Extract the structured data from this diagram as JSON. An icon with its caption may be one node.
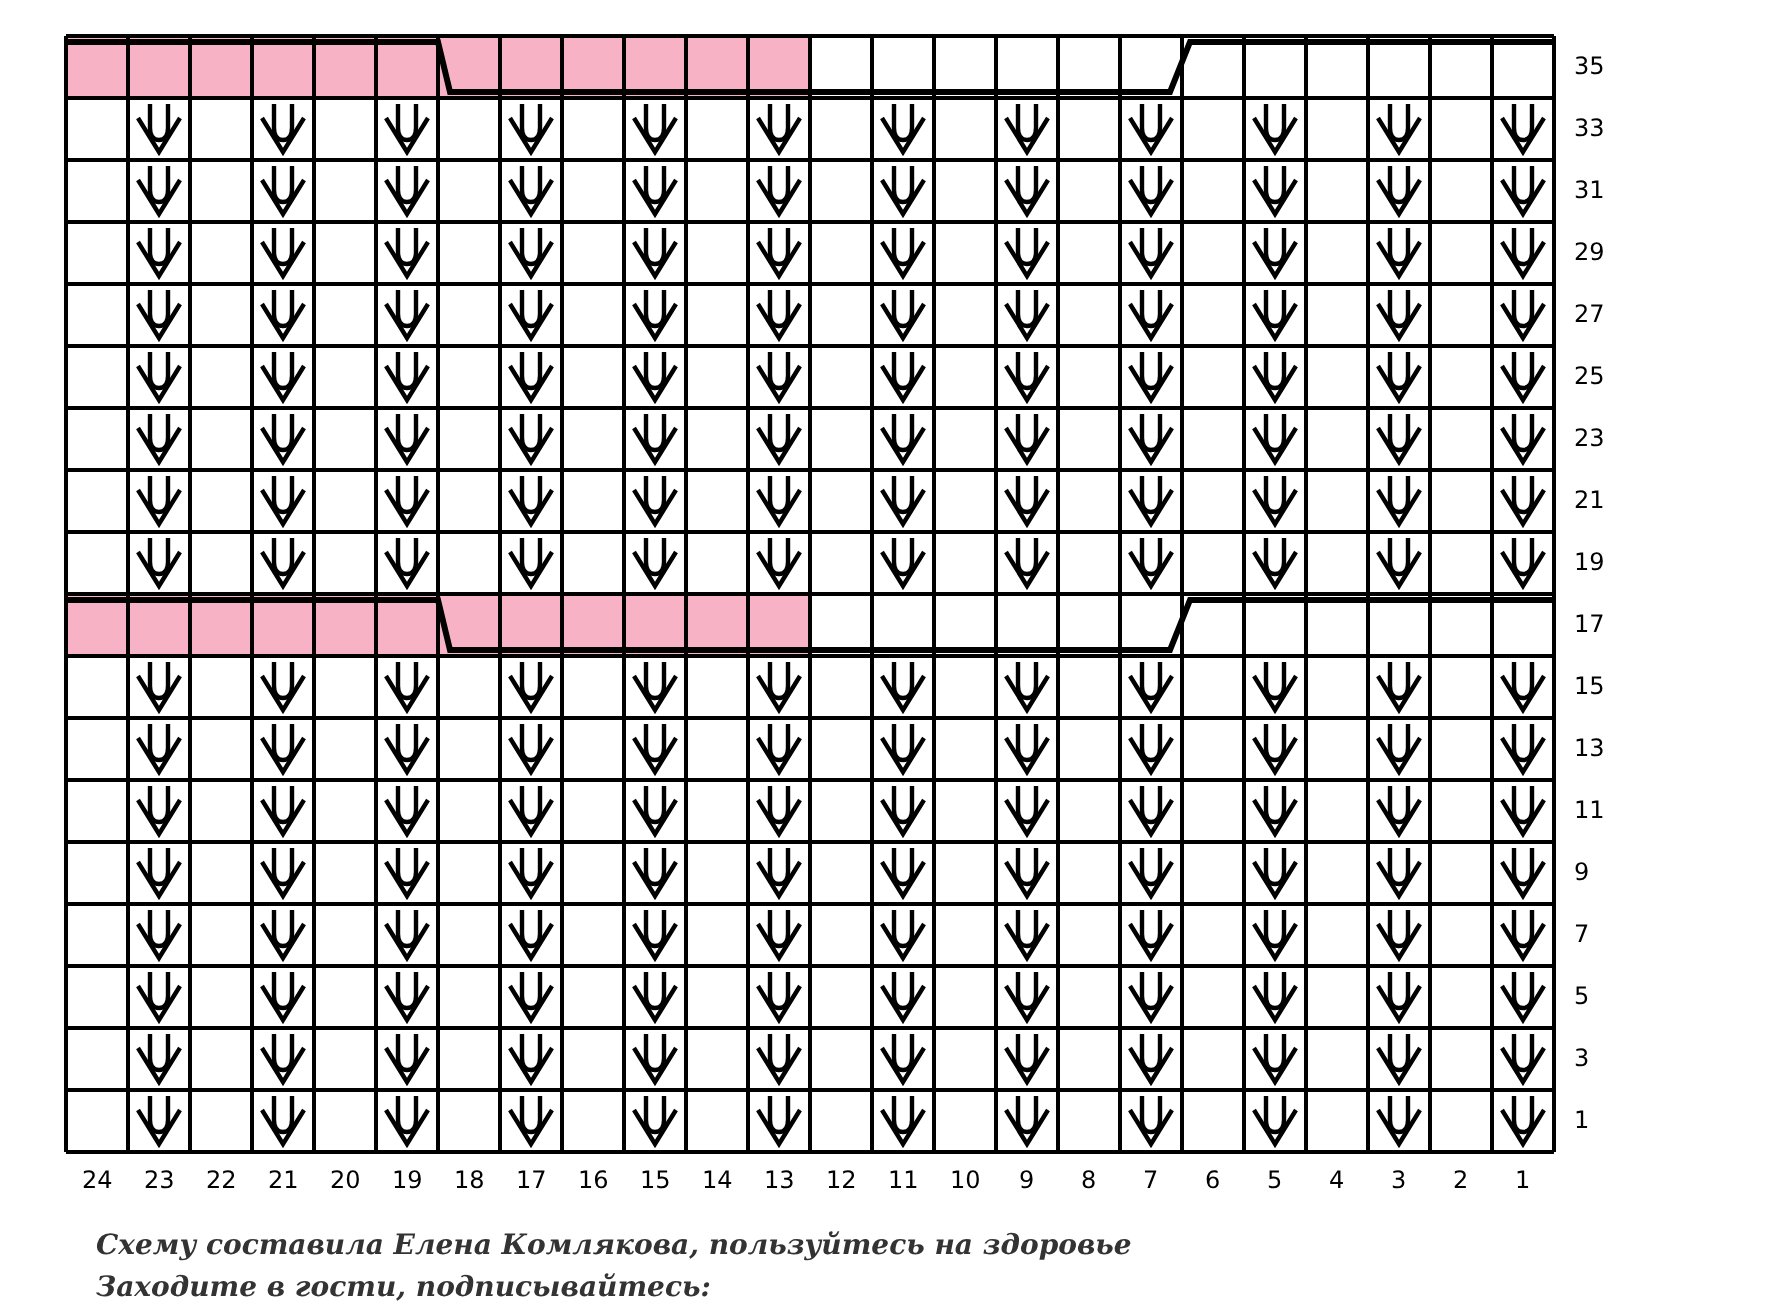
{
  "diagram": {
    "labels": [
      "35",
      "33",
      "31",
      "29",
      "27",
      "25",
      "23",
      "21",
      "19",
      "17",
      "15",
      "13",
      "11",
      "9",
      "7",
      "5",
      "3",
      "1",
      "24",
      "23",
      "22",
      "21",
      "20",
      "19",
      "18",
      "17",
      "16",
      "15",
      "14",
      "13",
      "12",
      "11",
      "10",
      "9",
      "8",
      "7",
      "6",
      "5",
      "4",
      "3",
      "2",
      "1",
      "Схему составила Елена Комлякова, пользуйтесь на здоровье",
      "Заходите в гости, подписывайтесь:"
    ]
  }
}
